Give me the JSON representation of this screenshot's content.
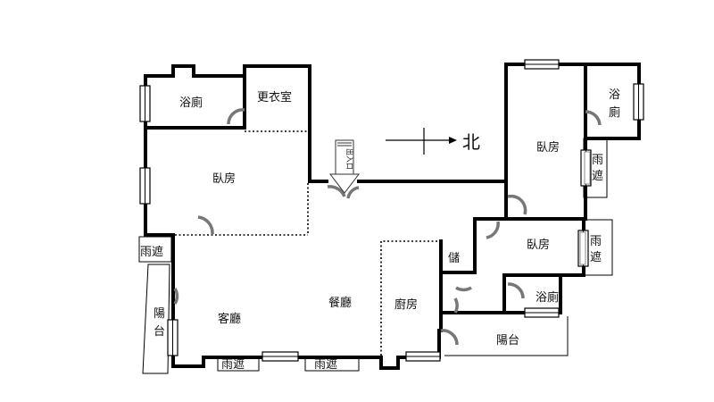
{
  "north": {
    "label": "北"
  },
  "entrance": {
    "label": "出入口"
  },
  "rooms": {
    "bath_top_left": "浴廁",
    "walk_in_closet": "更衣室",
    "bedroom_left": "臥房",
    "canopy_left": "雨遮",
    "balcony_left": "陽台",
    "living_room": "客廳",
    "dining_room": "餐廳",
    "kitchen": "廚房",
    "storage": "儲",
    "bedroom_mid_right": "臥房",
    "canopy_mid_right": "雨遮",
    "bath_mid_right": "浴廁",
    "balcony_right": "陽台",
    "bedroom_top_right": "臥房",
    "bath_top_right": "浴廁",
    "canopy_top_right": "雨遮",
    "canopy_bottom_1": "雨遮",
    "canopy_bottom_2": "雨遮"
  }
}
